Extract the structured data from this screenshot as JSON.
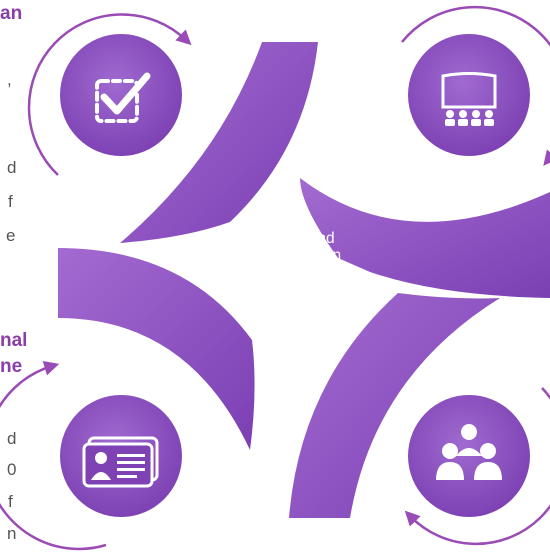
{
  "center_text": "Adjust and optimize it in keeping with the actual situation",
  "left_fragments": {
    "top_heading": "an",
    "comma": ",",
    "frag_d1": "d",
    "frag_f1": "f",
    "frag_e1": "e",
    "mid_heading_1": "nal",
    "mid_heading_2": "ne",
    "frag_d2": "d",
    "frag_0": "0",
    "frag_f2": "f",
    "frag_n": "n"
  },
  "icons": {
    "top_left": "checkbox-icon",
    "top_right": "presentation-screen-icon",
    "bottom_left": "id-card-icon",
    "bottom_right": "team-icon"
  },
  "colors": {
    "primary": "#8a4cc1",
    "primary_dark": "#6e34a6",
    "accent_text": "#8a3ea8",
    "arrow": "#9a4bb5"
  }
}
